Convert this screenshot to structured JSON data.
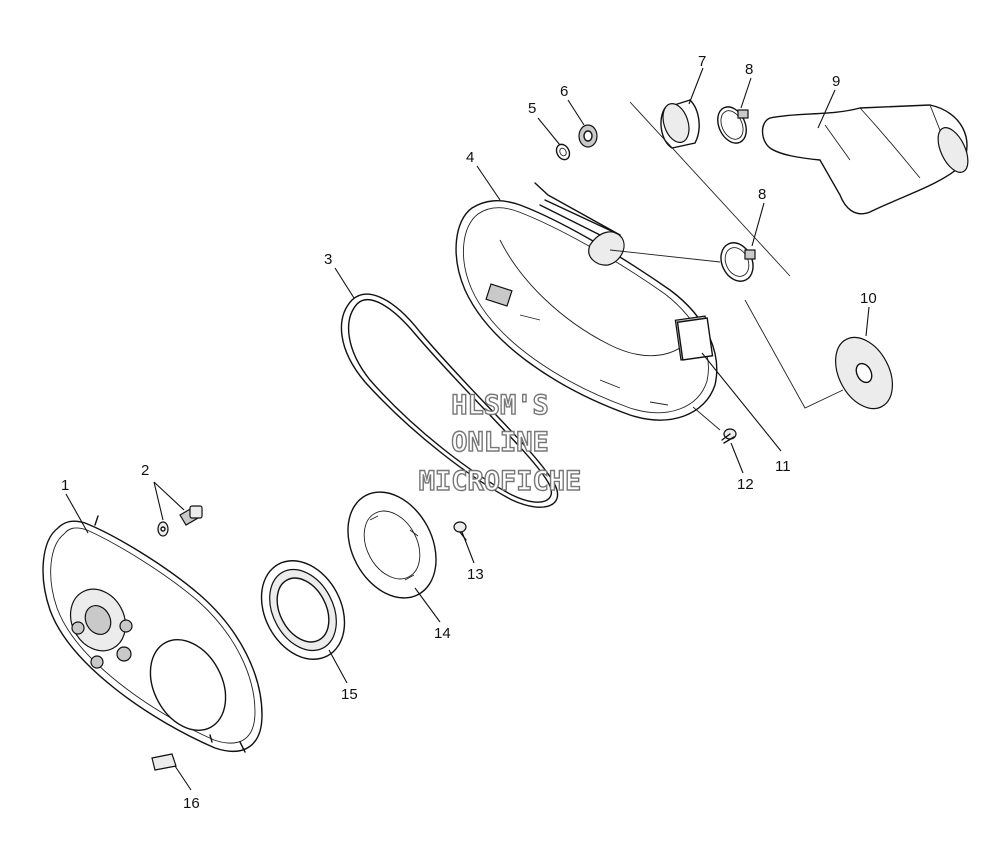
{
  "diagram": {
    "callouts": [
      {
        "id": "c1",
        "label": "1"
      },
      {
        "id": "c2",
        "label": "2"
      },
      {
        "id": "c3",
        "label": "3"
      },
      {
        "id": "c4",
        "label": "4"
      },
      {
        "id": "c5",
        "label": "5"
      },
      {
        "id": "c6",
        "label": "6"
      },
      {
        "id": "c7",
        "label": "7"
      },
      {
        "id": "c8a",
        "label": "8"
      },
      {
        "id": "c8b",
        "label": "8"
      },
      {
        "id": "c9",
        "label": "9"
      },
      {
        "id": "c10",
        "label": "10"
      },
      {
        "id": "c11",
        "label": "11"
      },
      {
        "id": "c12",
        "label": "12"
      },
      {
        "id": "c13",
        "label": "13"
      },
      {
        "id": "c14",
        "label": "14"
      },
      {
        "id": "c15",
        "label": "15"
      },
      {
        "id": "c16",
        "label": "16"
      }
    ],
    "watermark": {
      "line1": "HLSM'S",
      "line2": "ONLINE",
      "line3": "MICROFICHE"
    }
  }
}
